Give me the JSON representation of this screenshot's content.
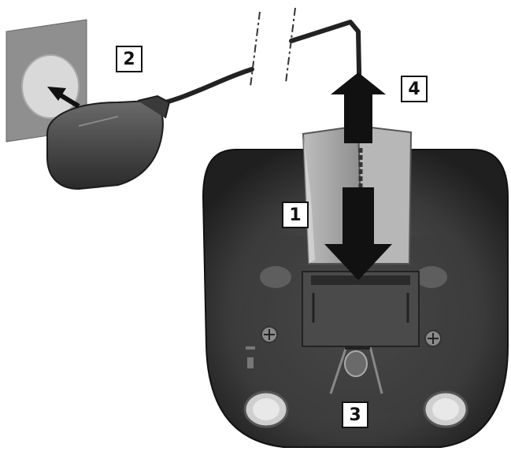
{
  "steps": {
    "step1": "1",
    "step2": "2",
    "step3": "3",
    "step4": "4"
  },
  "colors": {
    "base_dark": "#2b2b2b",
    "base_mid": "#4a4a4a",
    "wall": "#8a8a8a",
    "cable": "#222222",
    "bracket": "#9c9c9c",
    "arrow": "#111111"
  },
  "icons": [
    "power-outlet-icon",
    "plug-adapter-icon",
    "charging-base-icon",
    "arrow-down-icon",
    "arrow-up-icon",
    "screw-icon"
  ]
}
